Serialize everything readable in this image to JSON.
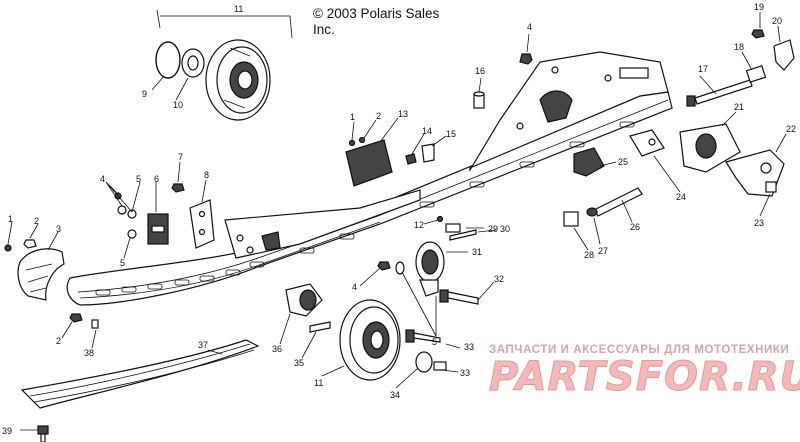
{
  "copyright": {
    "line1": "© 2003 Polaris Sales",
    "line2": "Inc."
  },
  "watermark": {
    "line1": "ЗАПЧАСТИ И АКСЕССУАРЫ ДЛЯ МОТОТЕХНИКИ",
    "line2": "PARTSFOR.RU"
  },
  "callouts": [
    {
      "id": "c11a",
      "text": "11"
    },
    {
      "id": "c9",
      "text": "9"
    },
    {
      "id": "c10",
      "text": "10"
    },
    {
      "id": "c4a",
      "text": "4"
    },
    {
      "id": "c16",
      "text": "16"
    },
    {
      "id": "c17",
      "text": "17"
    },
    {
      "id": "c18",
      "text": "18"
    },
    {
      "id": "c19",
      "text": "19"
    },
    {
      "id": "c20",
      "text": "20"
    },
    {
      "id": "c21",
      "text": "21"
    },
    {
      "id": "c22",
      "text": "22"
    },
    {
      "id": "c23",
      "text": "23"
    },
    {
      "id": "c24",
      "text": "24"
    },
    {
      "id": "c25",
      "text": "25"
    },
    {
      "id": "c26",
      "text": "26"
    },
    {
      "id": "c27",
      "text": "27"
    },
    {
      "id": "c28",
      "text": "28"
    },
    {
      "id": "c1a",
      "text": "1"
    },
    {
      "id": "c2a",
      "text": "2"
    },
    {
      "id": "c13",
      "text": "13"
    },
    {
      "id": "c14",
      "text": "14"
    },
    {
      "id": "c15",
      "text": "15"
    },
    {
      "id": "c7",
      "text": "7"
    },
    {
      "id": "c4b",
      "text": "4"
    },
    {
      "id": "c5a",
      "text": "5"
    },
    {
      "id": "c6",
      "text": "6"
    },
    {
      "id": "c8",
      "text": "8"
    },
    {
      "id": "c5b",
      "text": "5"
    },
    {
      "id": "c1b",
      "text": "1"
    },
    {
      "id": "c2b",
      "text": "2"
    },
    {
      "id": "c3",
      "text": "3"
    },
    {
      "id": "c29",
      "text": "29"
    },
    {
      "id": "c12",
      "text": "12"
    },
    {
      "id": "c30",
      "text": "30"
    },
    {
      "id": "c31",
      "text": "31"
    },
    {
      "id": "c4c",
      "text": "4"
    },
    {
      "id": "c5c",
      "text": "5"
    },
    {
      "id": "c32",
      "text": "32"
    },
    {
      "id": "c2c",
      "text": "2"
    },
    {
      "id": "c38",
      "text": "38"
    },
    {
      "id": "c36",
      "text": "36"
    },
    {
      "id": "c37",
      "text": "37"
    },
    {
      "id": "c35",
      "text": "35"
    },
    {
      "id": "c11b",
      "text": "11"
    },
    {
      "id": "c33a",
      "text": "33"
    },
    {
      "id": "c33b",
      "text": "33"
    },
    {
      "id": "c34",
      "text": "34"
    },
    {
      "id": "c39",
      "text": "39"
    }
  ]
}
